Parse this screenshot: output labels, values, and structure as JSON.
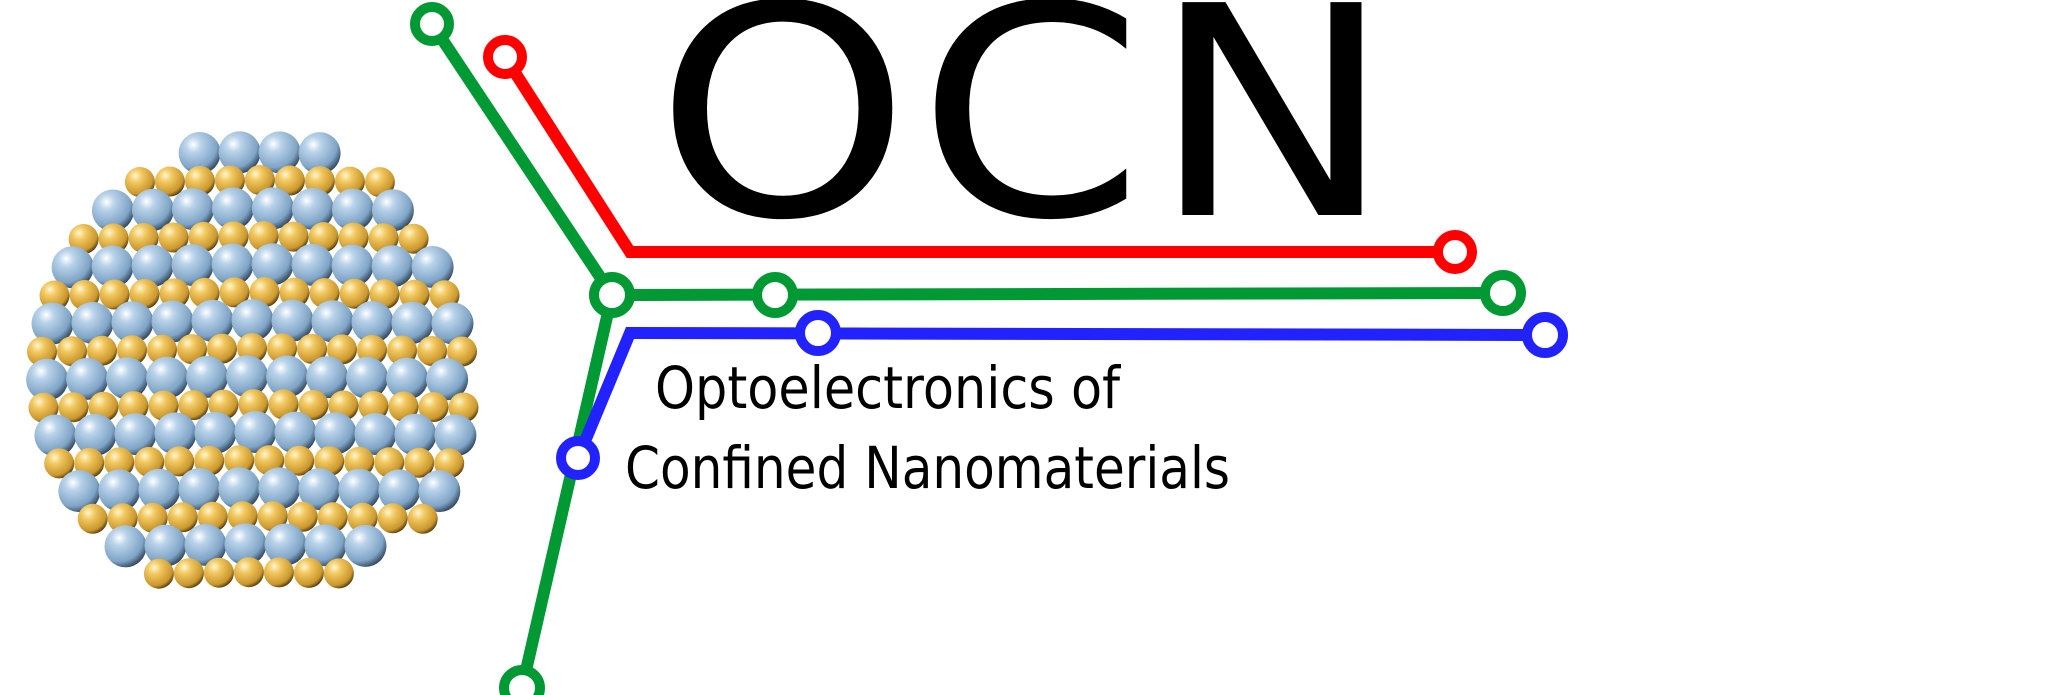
{
  "logo": {
    "acronym": "OCN",
    "subtitle_line1": "Optoelectronics of",
    "subtitle_line2": "Confined Nanomaterials"
  },
  "colors": {
    "red": "#ff0000",
    "green": "#009933",
    "blue": "#2222ff",
    "sphere_blue": "#8fb4d6",
    "sphere_gold": "#e8b94c",
    "text": "#000000"
  },
  "icons": [
    "nanocrystal-sphere",
    "circuit-lines"
  ]
}
